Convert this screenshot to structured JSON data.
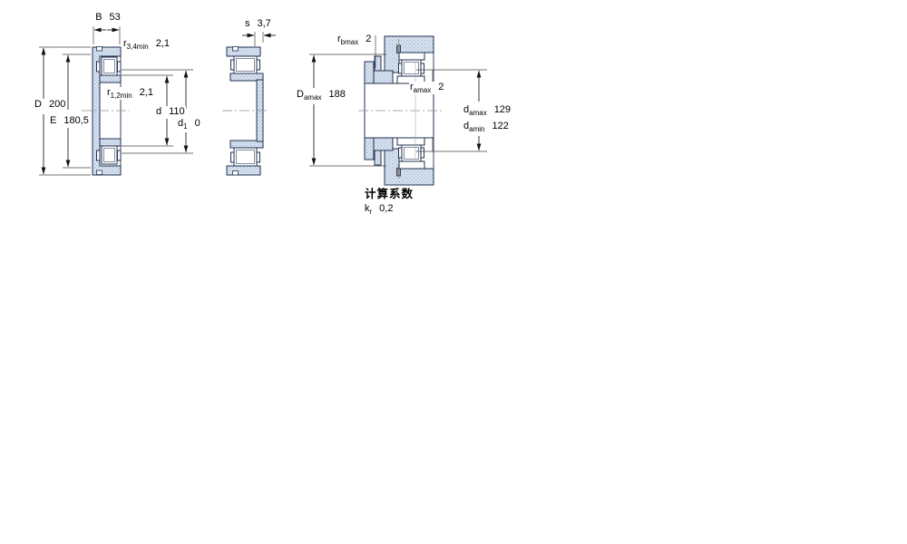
{
  "colors": {
    "part_fill": "#d6e3f0",
    "part_speckle": "#a0bcd8",
    "part_speckle_alt": "#c3bed2",
    "outline": "#223250",
    "dimension_line": "#222222",
    "centerline": "#8f8f8f",
    "background": "#ffffff"
  },
  "fig1": {
    "labels": {
      "B": {
        "base": "B",
        "sub": "",
        "value": "53"
      },
      "r34": {
        "base": "r",
        "sub": "3,4min",
        "value": "2,1"
      },
      "r12": {
        "base": "r",
        "sub": "1,2min",
        "value": "2,1"
      },
      "D": {
        "base": "D",
        "sub": "",
        "value": "200"
      },
      "E": {
        "base": "E",
        "sub": "",
        "value": "180,5"
      },
      "d": {
        "base": "d",
        "sub": "",
        "value": "110"
      },
      "d1": {
        "base": "d",
        "sub": "1",
        "value": "0"
      }
    }
  },
  "fig2": {
    "labels": {
      "s": {
        "base": "s",
        "sub": "",
        "value": "3,7"
      }
    }
  },
  "fig3": {
    "labels": {
      "rb": {
        "base": "r",
        "sub": "bmax",
        "value": "2"
      },
      "Da": {
        "base": "D",
        "sub": "amax",
        "value": "188"
      },
      "ra": {
        "base": "r",
        "sub": "amax",
        "value": "2"
      },
      "damax": {
        "base": "d",
        "sub": "amax",
        "value": "129"
      },
      "damin": {
        "base": "d",
        "sub": "amin",
        "value": "122"
      }
    }
  },
  "footer": {
    "title": "计算系数",
    "kr": {
      "base": "k",
      "sub": "r",
      "value": "0,2"
    }
  }
}
